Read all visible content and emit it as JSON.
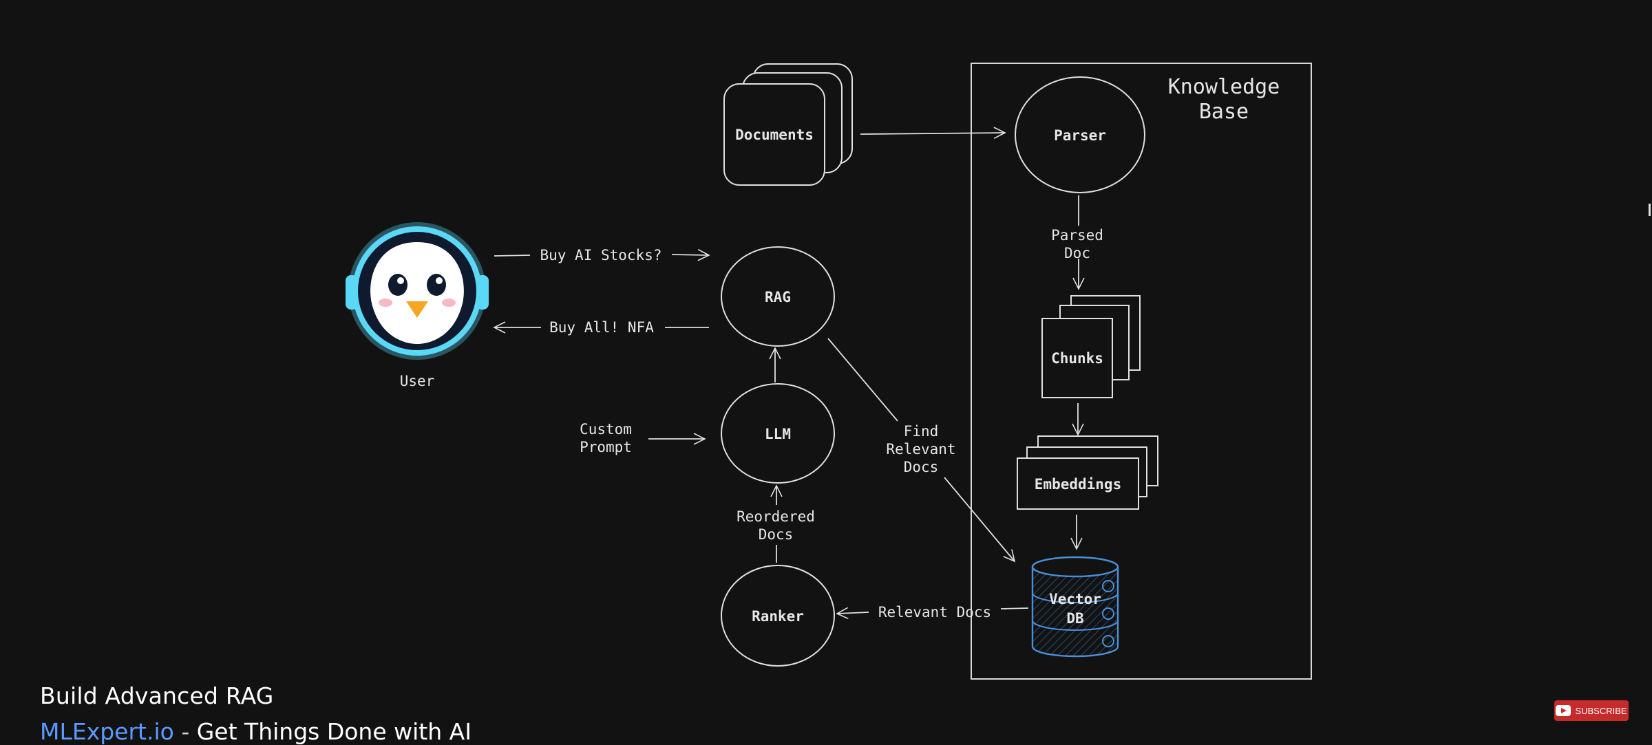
{
  "diagram": {
    "kb_title_line1": "Knowledge",
    "kb_title_line2": "Base",
    "nodes": {
      "documents": "Documents",
      "parser": "Parser",
      "chunks": "Chunks",
      "embeddings": "Embeddings",
      "vector_db_line1": "Vector",
      "vector_db_line2": "DB",
      "rag": "RAG",
      "llm": "LLM",
      "ranker": "Ranker",
      "user": "User"
    },
    "edges": {
      "question": "Buy AI Stocks?",
      "answer": "Buy All! NFA",
      "custom_prompt_line1": "Custom",
      "custom_prompt_line2": "Prompt",
      "parsed_doc_line1": "Parsed",
      "parsed_doc_line2": "Doc",
      "find_line1": "Find",
      "find_line2": "Relevant",
      "find_line3": "Docs",
      "reordered_line1": "Reordered",
      "reordered_line2": "Docs",
      "relevant_docs": "Relevant Docs"
    },
    "colors": {
      "background": "#121212",
      "stroke": "#e0e0e0",
      "vector_db": "#4a90d9",
      "avatar_ring": "#5ad8f5"
    }
  },
  "caption": {
    "title": "Build Advanced RAG",
    "brand": "MLExpert.io",
    "separator": " - ",
    "tagline": "Get Things Done with AI"
  },
  "subscribe": {
    "label": "SUBSCRIBE",
    "icon": "youtube-icon"
  }
}
